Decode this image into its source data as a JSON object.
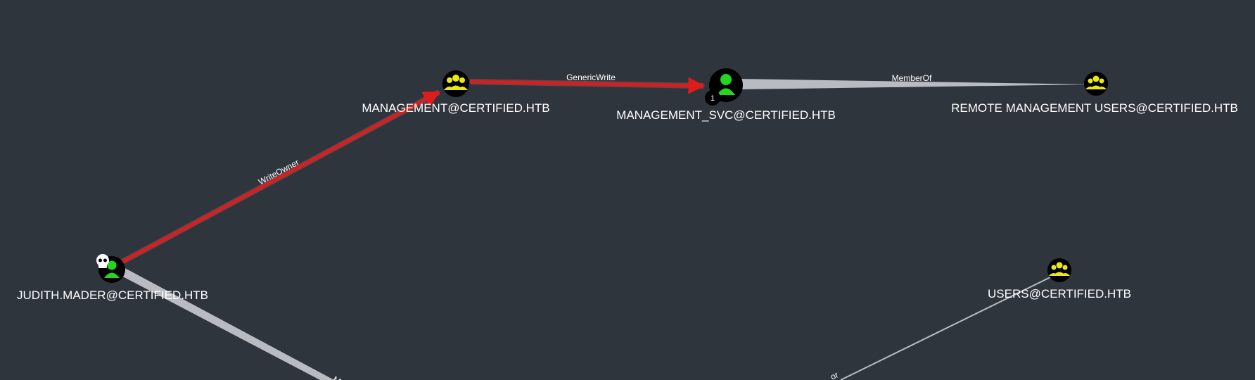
{
  "graph": {
    "nodes": {
      "management": {
        "label": "MANAGEMENT@CERTIFIED.HTB",
        "type": "group",
        "icon": "group-icon"
      },
      "management_svc": {
        "label": "MANAGEMENT_SVC@CERTIFIED.HTB",
        "type": "user",
        "icon": "user-icon",
        "badge": "1"
      },
      "remote_mgmt": {
        "label": "REMOTE MANAGEMENT USERS@CERTIFIED.HTB",
        "type": "group",
        "icon": "group-icon"
      },
      "judith": {
        "label": "JUDITH.MADER@CERTIFIED.HTB",
        "type": "user",
        "icon": "user-icon",
        "marker": "skull-icon"
      },
      "users": {
        "label": "USERS@CERTIFIED.HTB",
        "type": "group",
        "icon": "group-icon"
      }
    },
    "edges": {
      "write_owner": {
        "label": "WriteOwner",
        "from": "judith",
        "to": "management",
        "highlighted": true
      },
      "generic_write": {
        "label": "GenericWrite",
        "from": "management",
        "to": "management_svc",
        "highlighted": true
      },
      "member_of": {
        "label": "MemberOf",
        "from": "management_svc",
        "to": "remote_mgmt",
        "highlighted": false
      },
      "judith_out": {
        "label": "",
        "from": "judith",
        "to": "offscreen",
        "highlighted": false
      },
      "users_in": {
        "label": "",
        "from": "offscreen",
        "to": "users",
        "highlighted": false
      }
    }
  },
  "colors": {
    "background": "#2f353d",
    "highlight_edge": "#e01b1b",
    "normal_edge": "#b8bcc2",
    "group_icon": "#e8e814",
    "user_icon": "#22d622",
    "node_fill": "#000000",
    "label_text": "#ffffff"
  }
}
